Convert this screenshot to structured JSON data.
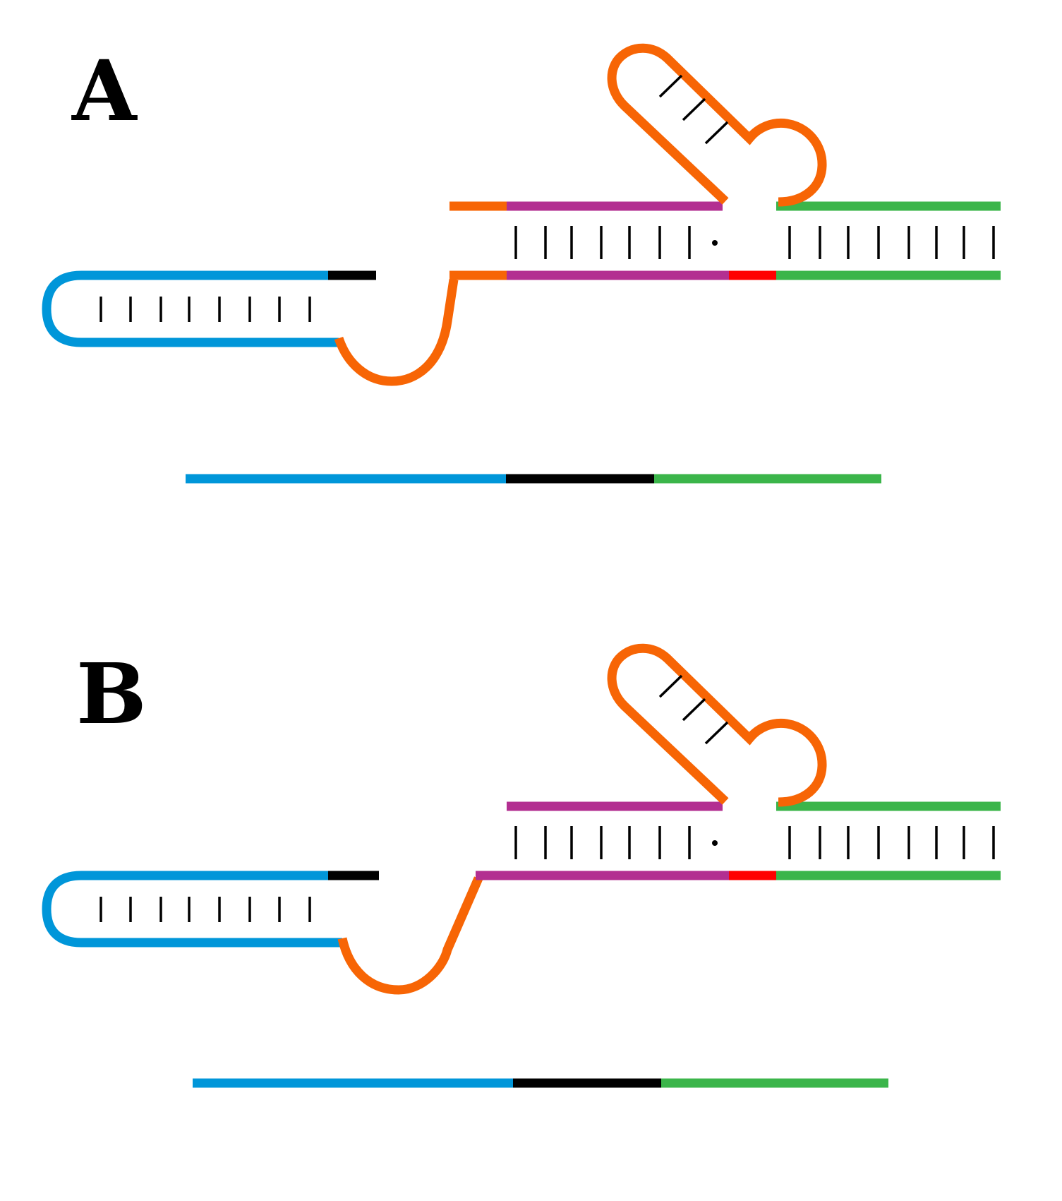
{
  "panels": [
    {
      "label": "A",
      "variant": "primer-overhang",
      "hairpin_pairs": 8,
      "duplex_left_pairs": 7,
      "duplex_wobble": true,
      "duplex_right_pairs": 8,
      "stem_loop_pairs": 3,
      "template_segments": [
        "blue",
        "black",
        "green"
      ]
    },
    {
      "label": "B",
      "variant": "no-overhang",
      "hairpin_pairs": 8,
      "duplex_left_pairs": 7,
      "duplex_wobble": true,
      "duplex_right_pairs": 8,
      "stem_loop_pairs": 3,
      "template_segments": [
        "blue",
        "black",
        "green"
      ]
    }
  ],
  "colors": {
    "blue": "#0096d9",
    "black": "#000000",
    "green": "#3bb54a",
    "orange": "#f76505",
    "purple": "#b32f91",
    "red": "#ff0000"
  }
}
